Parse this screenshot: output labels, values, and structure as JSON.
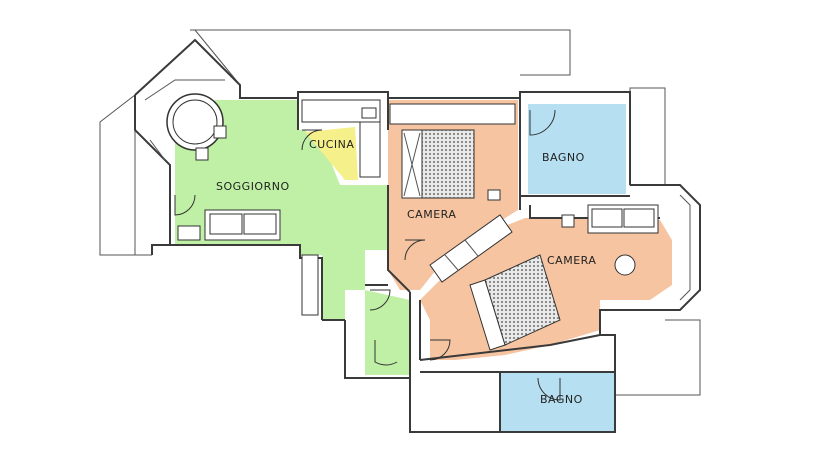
{
  "rooms": [
    {
      "id": "soggiorno",
      "label": "SOGGIORNO"
    },
    {
      "id": "cucina",
      "label": "CUCINA"
    },
    {
      "id": "camera1",
      "label": "CAMERA"
    },
    {
      "id": "bagno1",
      "label": "BAGNO"
    },
    {
      "id": "camera2",
      "label": "CAMERA"
    },
    {
      "id": "bagno2",
      "label": "BAGNO"
    }
  ],
  "colors": {
    "soggiorno": "#bff0a6",
    "cucina": "#f6f08a",
    "camera": "#f6c4a0",
    "bagno": "#b6e0f2",
    "wall": "#3a3a3a",
    "hatch": "#9a9a9a"
  }
}
